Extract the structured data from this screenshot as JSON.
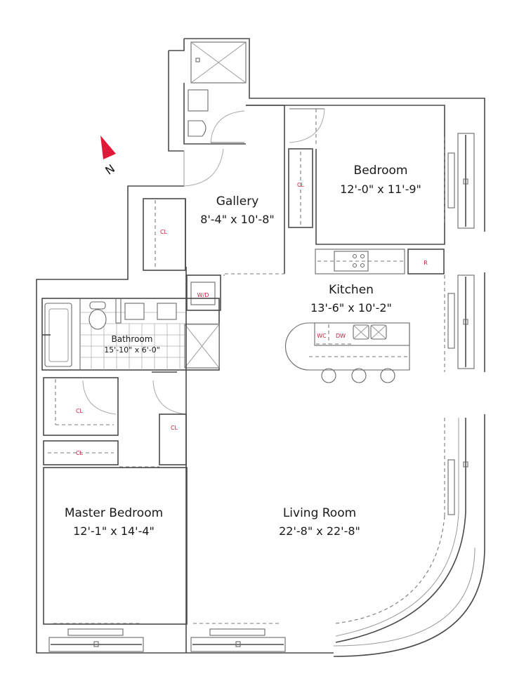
{
  "plan": {
    "compass": {
      "label": "N",
      "color": "#e0193a"
    },
    "accent_label_color": "#c8203c",
    "rooms": {
      "gallery": {
        "name": "Gallery",
        "size": "8'-4\" x 10'-8\""
      },
      "bedroom": {
        "name": "Bedroom",
        "size": "12'-0\" x 11'-9\""
      },
      "kitchen": {
        "name": "Kitchen",
        "size": "13'-6\" x 10'-2\""
      },
      "bathroom": {
        "name": "Bathroom",
        "size": "15'-10\" x 6'-0\""
      },
      "master_bedroom": {
        "name": "Master Bedroom",
        "size": "12'-1\" x 14'-4\""
      },
      "living_room": {
        "name": "Living Room",
        "size": "22'-8\" x 22'-8\""
      }
    },
    "fixtures": {
      "gallery_closet": "CL",
      "bedroom_closet": "CL",
      "refrigerator": "R",
      "washer_dryer": "W/D",
      "wine_cooler": "WC",
      "dishwasher": "DW",
      "master_closet_1": "CL",
      "master_closet_2": "CL",
      "hall_closet": "CL"
    }
  }
}
